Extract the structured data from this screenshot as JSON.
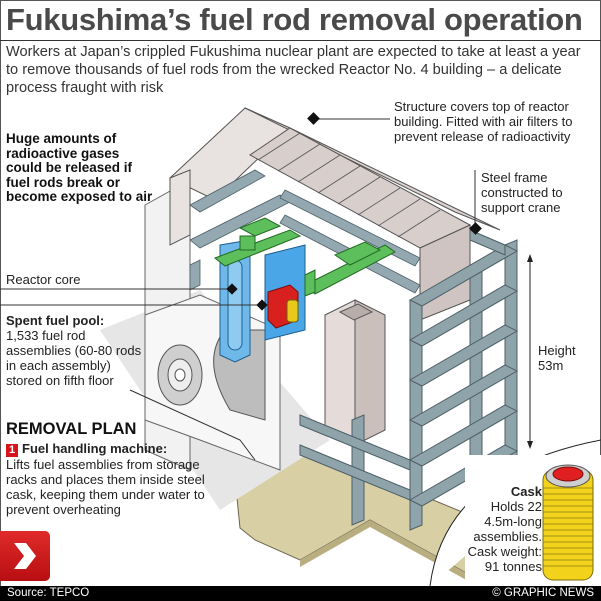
{
  "header": {
    "title": "Fukushima’s fuel rod removal operation",
    "intro": "Workers at Japan’s crippled Fukushima nuclear plant are expected to take at least a year to remove thousands of fuel rods from the wrecked Reactor No. 4 building – a delicate process fraught with risk"
  },
  "callouts": {
    "warning": "Huge amounts of radioactive gases could be released if fuel rods break or become exposed to air",
    "structure_cover": "Structure covers top of reactor building. Fitted with air filters to prevent release of radioactivity",
    "steel_frame": "Steel frame constructed to support crane",
    "reactor_core": "Reactor core",
    "spent_fuel_pool_title": "Spent fuel pool:",
    "spent_fuel_pool_text": "1,533 fuel rod assemblies (60-80 rods in each assembly) stored on fifth floor",
    "height_label": "Height",
    "height_value": "53m"
  },
  "removal_plan": {
    "heading": "REMOVAL PLAN",
    "steps": [
      {
        "number": "1",
        "title": "Fuel handling machine:",
        "text": "Lifts fuel assemblies from storage racks and places them inside steel cask, keeping them under water to prevent overheating"
      }
    ]
  },
  "cask": {
    "title": "Cask",
    "line1": "Holds 22",
    "line2": "4.5m-long",
    "line3": "assemblies.",
    "line4": "Cask weight:",
    "line5": "91 tonnes"
  },
  "footer": {
    "source": "Source: TEPCO",
    "credit": "© GRAPHIC NEWS"
  },
  "navigation": {
    "next_icon": "chevron-right-icon"
  },
  "colors": {
    "title_text": "#4a4a4a",
    "accent_red": "#d7141c",
    "steel": "#8fa3ab",
    "roof": "#ddd3d1",
    "water": "#4aa6e6",
    "machine_green": "#5cbf5c",
    "ground": "#d9cfa4",
    "cask_yellow": "#f2d21a",
    "footer_bg": "#000000"
  }
}
